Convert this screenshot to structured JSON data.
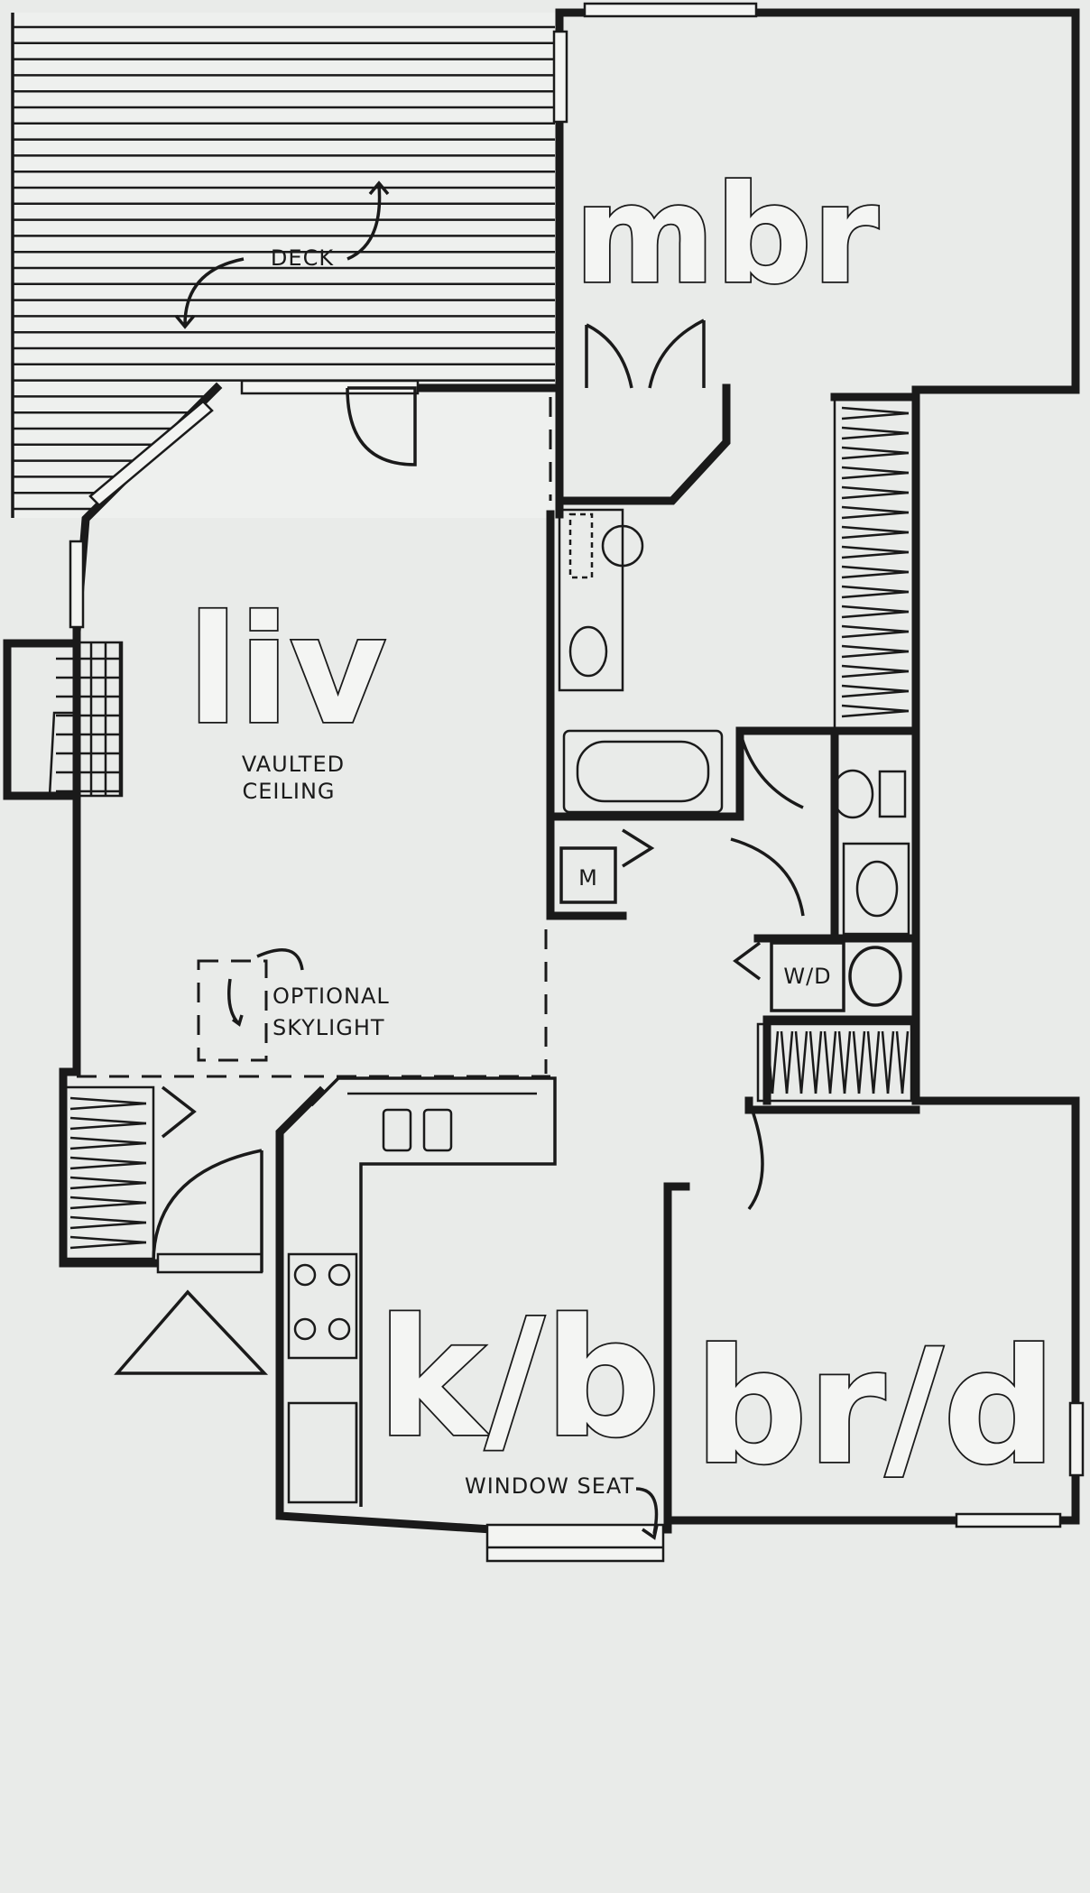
{
  "rooms": {
    "mbr": "mbr",
    "liv": "liv",
    "kb": "k/b",
    "brd": "br/d"
  },
  "labels": {
    "deck": "DECK",
    "vaulted_1": "VAULTED",
    "vaulted_2": "CEILING",
    "skylight_1": "OPTIONAL",
    "skylight_2": "SKYLIGHT",
    "window_seat": "WINDOW SEAT",
    "microwave": "M",
    "washer_dryer": "W/D"
  },
  "colors": {
    "paper": "#e9ebe9",
    "ink": "#1a1a1a"
  }
}
